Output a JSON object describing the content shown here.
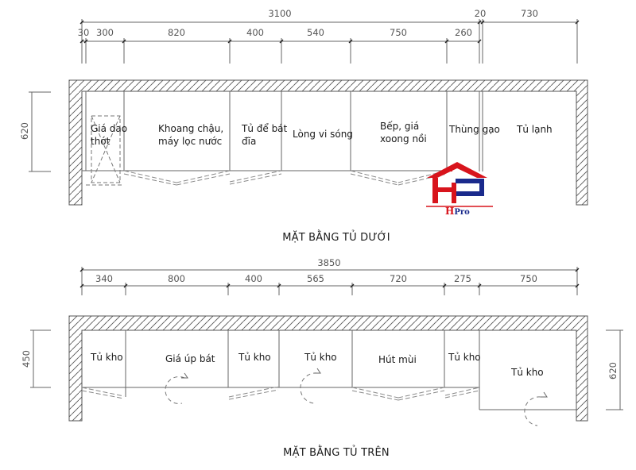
{
  "lower_plan": {
    "title": "MẶT BẰNG TỦ DƯỚI",
    "overall_dims": [
      {
        "label": "3100"
      },
      {
        "label": "20"
      },
      {
        "label": "730"
      }
    ],
    "segment_dims": [
      {
        "label": "30"
      },
      {
        "label": "300"
      },
      {
        "label": "820"
      },
      {
        "label": "400"
      },
      {
        "label": "540"
      },
      {
        "label": "750"
      },
      {
        "label": "260"
      }
    ],
    "depth_dim": "620",
    "cabinets": [
      {
        "line1": "Giá dao",
        "line2": "thớt"
      },
      {
        "line1": "Khoang chậu,",
        "line2": "máy lọc nước"
      },
      {
        "line1": "Tủ để bát",
        "line2": "đĩa"
      },
      {
        "line1": "Lòng vi sóng",
        "line2": ""
      },
      {
        "line1": "Bếp, giá",
        "line2": "xoong nồi"
      },
      {
        "line1": "Thùng gạo",
        "line2": ""
      },
      {
        "line1": "Tủ lạnh",
        "line2": ""
      }
    ]
  },
  "upper_plan": {
    "title": "MẶT BẰNG TỦ TRÊN",
    "overall_dim": "3850",
    "segment_dims": [
      {
        "label": "340"
      },
      {
        "label": "800"
      },
      {
        "label": "400"
      },
      {
        "label": "565"
      },
      {
        "label": "720"
      },
      {
        "label": "275"
      },
      {
        "label": "750"
      }
    ],
    "depth_dim_left": "450",
    "depth_dim_right": "620",
    "cabinets": [
      {
        "label": "Tủ kho"
      },
      {
        "label": "Giá úp bát"
      },
      {
        "label": "Tủ kho"
      },
      {
        "label": "Tủ kho"
      },
      {
        "label": "Hút mùi"
      },
      {
        "label": "Tủ kho"
      },
      {
        "label": "Tủ kho"
      }
    ]
  },
  "logo": {
    "text_h": "H",
    "text_rest": "Pro",
    "colors": {
      "red": "#d8141c",
      "blue": "#1a2a8c"
    }
  }
}
